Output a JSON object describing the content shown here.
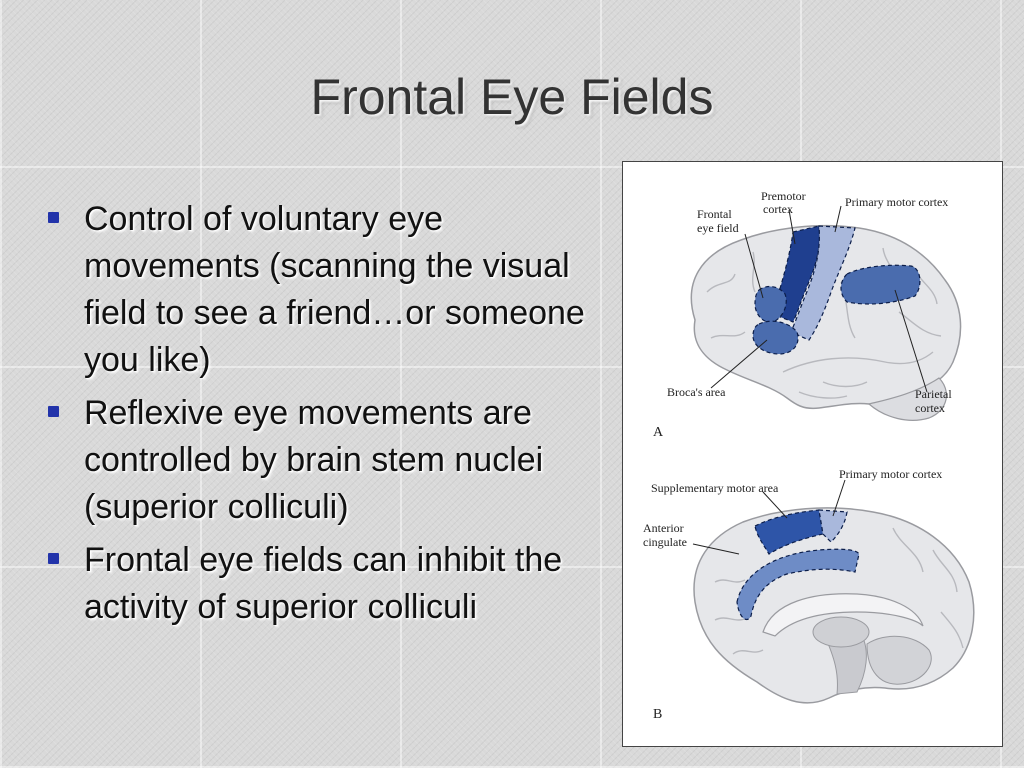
{
  "slide": {
    "title": "Frontal Eye Fields",
    "bullets": [
      "Control of voluntary eye movements (scanning the visual field to see a friend…or someone you like)",
      "Reflexive eye movements are controlled by brain stem nuclei (superior colliculi)",
      "Frontal eye fields can inhibit the activity of superior colliculi"
    ]
  },
  "figure": {
    "panel_a": {
      "letter": "A",
      "labels": {
        "frontal_eye_field_1": "Frontal",
        "frontal_eye_field_2": "eye field",
        "premotor_1": "Premotor",
        "premotor_2": "cortex",
        "primary_motor": "Primary motor cortex",
        "brocas_area": "Broca's area",
        "parietal_1": "Parietal",
        "parietal_2": "cortex"
      }
    },
    "panel_b": {
      "letter": "B",
      "labels": {
        "primary_motor": "Primary motor cortex",
        "supplementary_motor": "Supplementary motor area",
        "anterior_cingulate_1": "Anterior",
        "anterior_cingulate_2": "cingulate"
      }
    }
  },
  "colors": {
    "text": "#111111",
    "title": "#333333",
    "bullet": "#2233aa",
    "brain_fill": "#e6e7ea",
    "dark_blue": "#1f3f8f",
    "mid_blue": "#4a6cae",
    "light_blue": "#a9b8dc"
  }
}
